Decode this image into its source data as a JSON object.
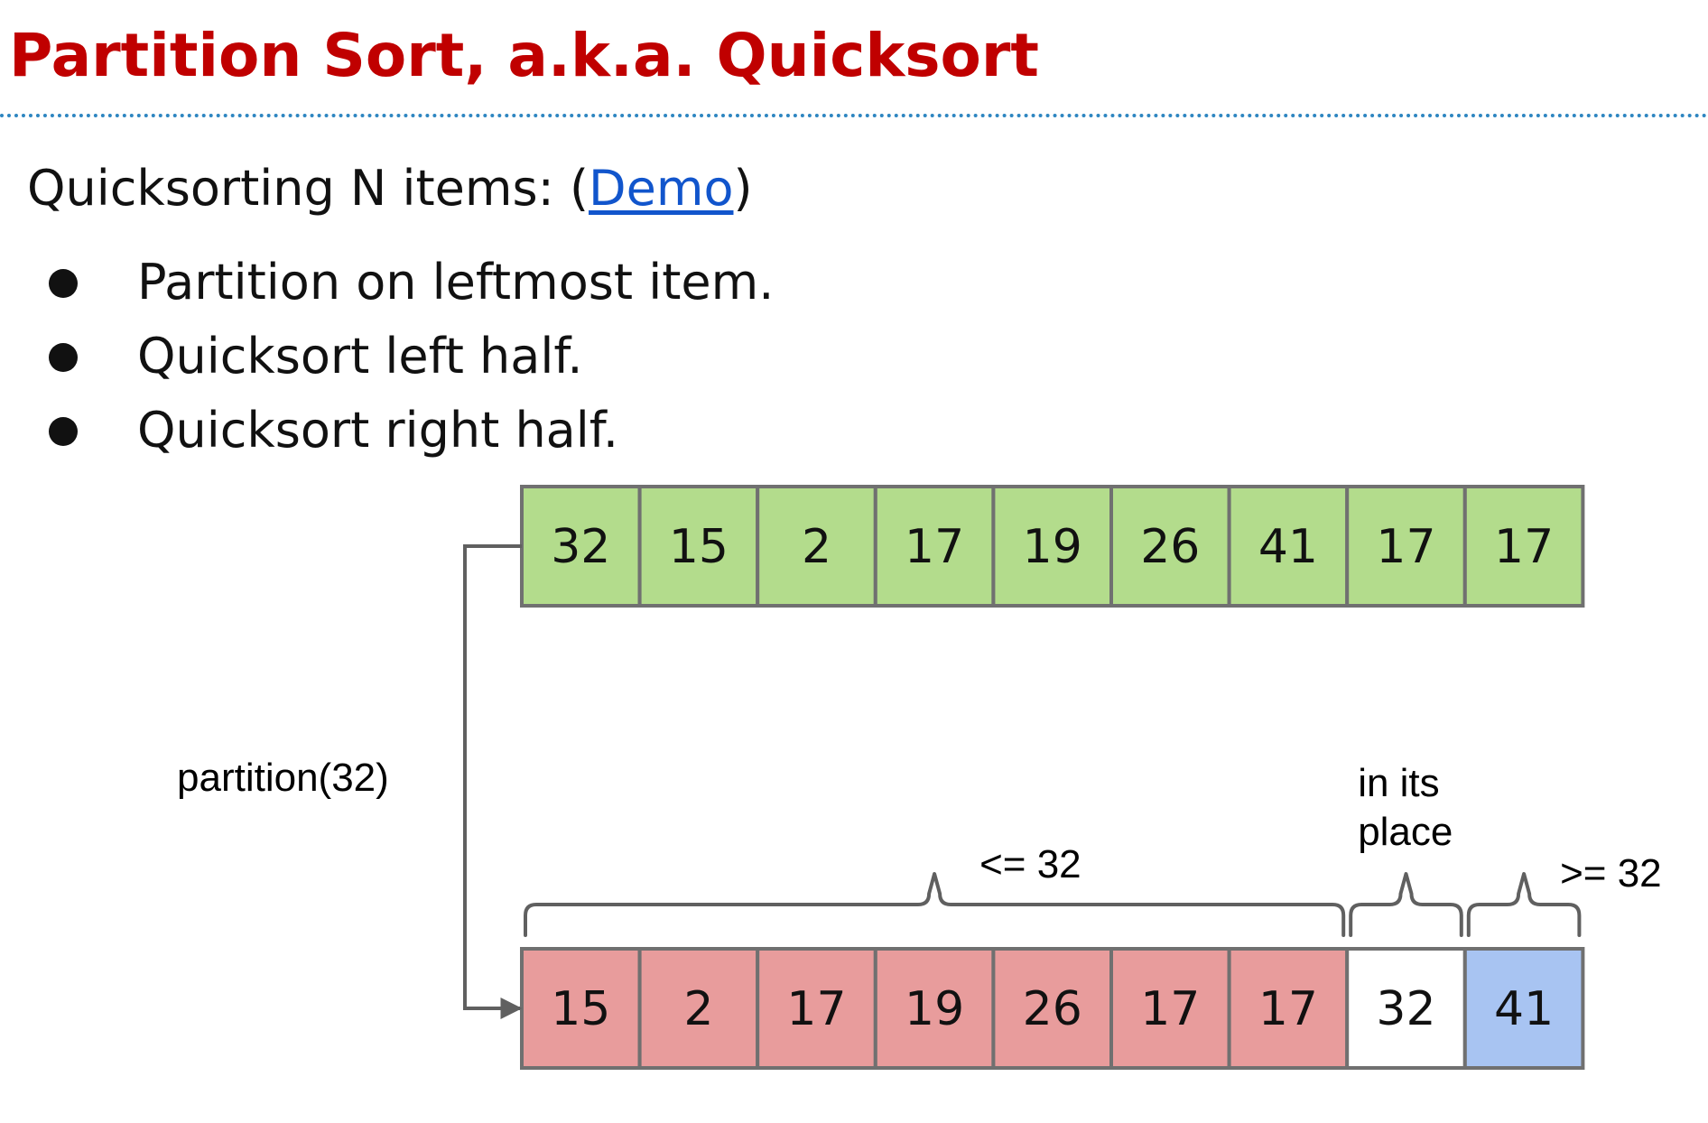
{
  "slide": {
    "title": "Partition Sort, a.k.a. Quicksort",
    "intro_prefix": "Quicksorting N items: (",
    "intro_link": "Demo",
    "intro_suffix": ")",
    "bullets": [
      "Partition on leftmost item.",
      "Quicksort left half.",
      "Quicksort right half."
    ]
  },
  "diagram": {
    "input_array": [
      32,
      15,
      2,
      17,
      19,
      26,
      41,
      17,
      17
    ],
    "output_array": [
      15,
      2,
      17,
      19,
      26,
      17,
      17,
      32,
      41
    ],
    "output_regions": [
      "less",
      "less",
      "less",
      "less",
      "less",
      "less",
      "less",
      "pivot",
      "greater"
    ],
    "arrow_label": "partition(32)",
    "brace_labels": {
      "less": "<= 32",
      "pivot_line1": "in its",
      "pivot_line2": "place",
      "greater": ">= 32"
    },
    "colors": {
      "input": "#b3dc8c",
      "less": "#e89c9c",
      "pivot": "#ffffff",
      "greater": "#a8c4f2",
      "border": "#707070",
      "line": "#606060",
      "title": "#c00000",
      "link": "#1155cc"
    }
  }
}
